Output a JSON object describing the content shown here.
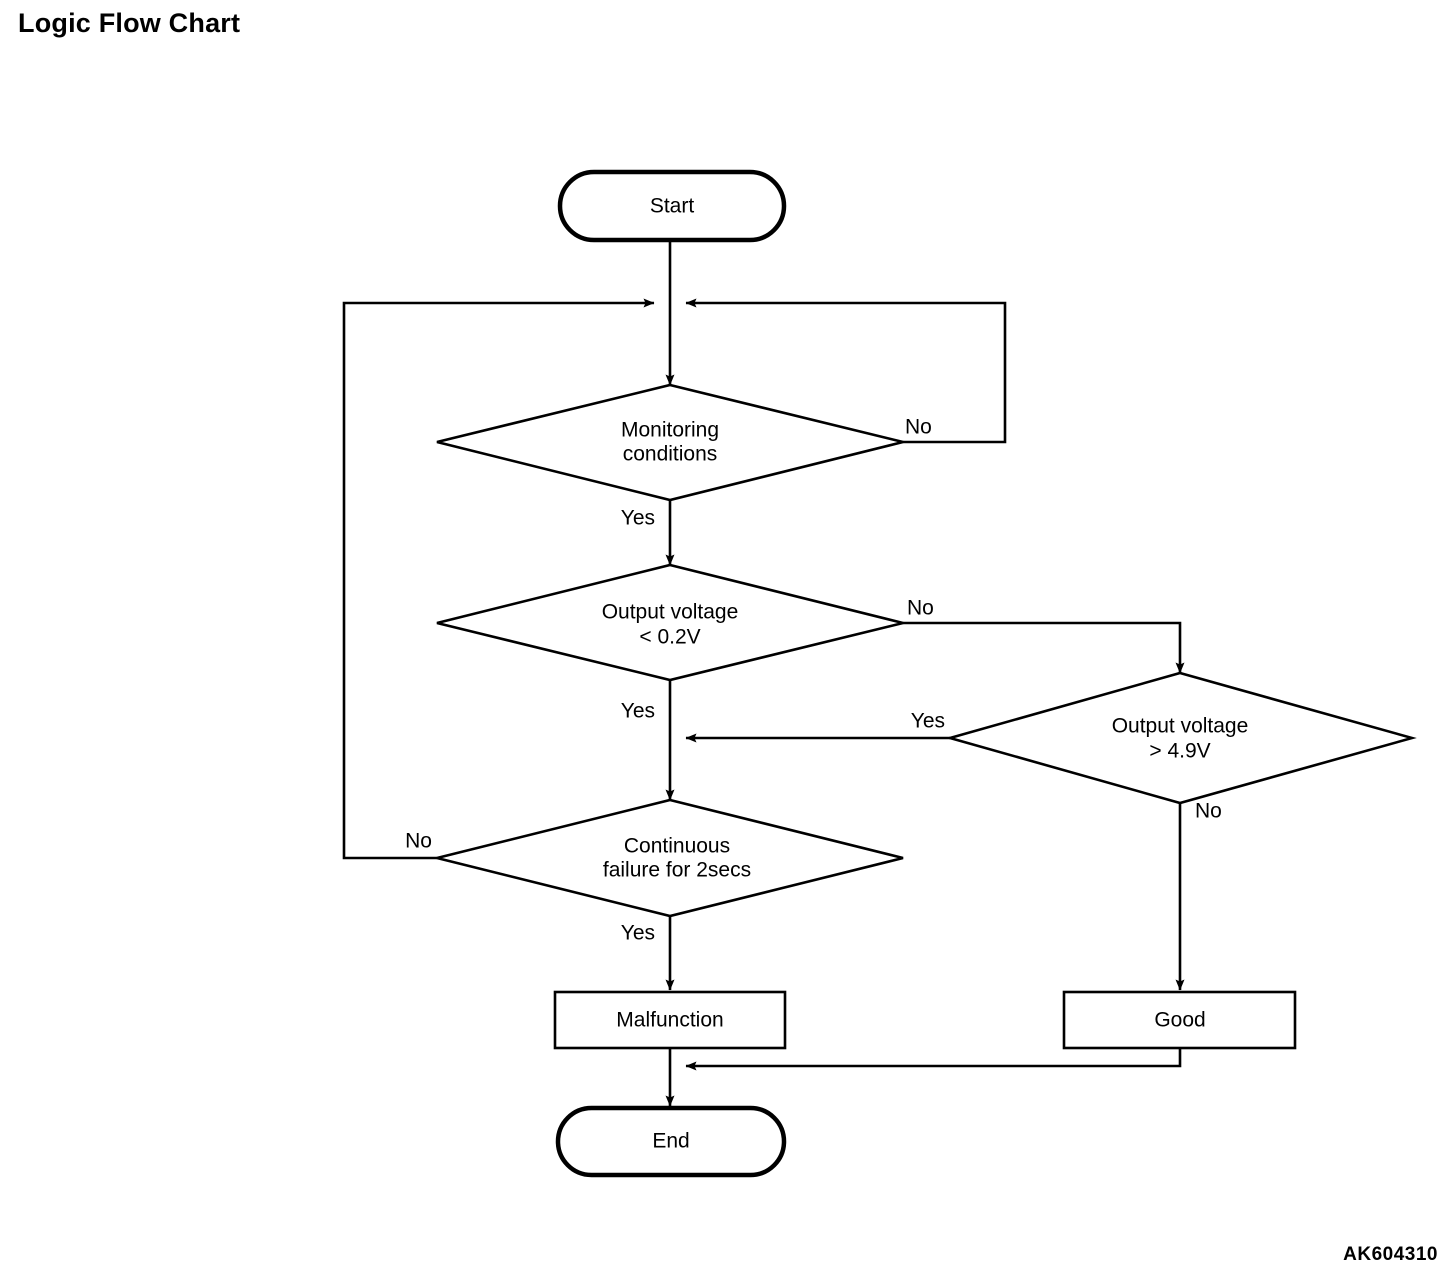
{
  "page": {
    "title": "Logic Flow Chart",
    "figure_code": "AK604310",
    "background_color": "#ffffff",
    "line_color": "#000000"
  },
  "chart_data": {
    "type": "diagram",
    "diagram_kind": "flowchart",
    "title": "Logic Flow Chart",
    "nodes": [
      {
        "id": "start",
        "shape": "terminal",
        "label": "Start"
      },
      {
        "id": "monitoring",
        "shape": "decision",
        "label": "Monitoring conditions",
        "line1": "Monitoring",
        "line2": "conditions"
      },
      {
        "id": "low_volt",
        "shape": "decision",
        "label": "Output voltage < 0.2V",
        "line1": "Output voltage",
        "line2": "< 0.2V"
      },
      {
        "id": "high_volt",
        "shape": "decision",
        "label": "Output voltage > 4.9V",
        "line1": "Output voltage",
        "line2": "> 4.9V"
      },
      {
        "id": "continuous",
        "shape": "decision",
        "label": "Continuous failure for 2secs",
        "line1": "Continuous",
        "line2": "failure for 2secs"
      },
      {
        "id": "malfunction",
        "shape": "process",
        "label": "Malfunction"
      },
      {
        "id": "good",
        "shape": "process",
        "label": "Good"
      },
      {
        "id": "end",
        "shape": "terminal",
        "label": "End"
      }
    ],
    "edges": [
      {
        "from": "start",
        "to": "monitoring",
        "label": ""
      },
      {
        "from": "monitoring",
        "to": "monitoring",
        "label": "No"
      },
      {
        "from": "monitoring",
        "to": "low_volt",
        "label": "Yes"
      },
      {
        "from": "low_volt",
        "to": "high_volt",
        "label": "No"
      },
      {
        "from": "low_volt",
        "to": "continuous",
        "label": "Yes"
      },
      {
        "from": "high_volt",
        "to": "continuous",
        "label": "Yes"
      },
      {
        "from": "high_volt",
        "to": "good",
        "label": "No"
      },
      {
        "from": "continuous",
        "to": "monitoring",
        "label": "No"
      },
      {
        "from": "continuous",
        "to": "malfunction",
        "label": "Yes"
      },
      {
        "from": "malfunction",
        "to": "end",
        "label": ""
      },
      {
        "from": "good",
        "to": "end",
        "label": ""
      }
    ],
    "edge_labels": {
      "monitoring_no": "No",
      "monitoring_yes": "Yes",
      "low_volt_no": "No",
      "low_volt_yes": "Yes",
      "high_volt_yes": "Yes",
      "high_volt_no": "No",
      "continuous_no": "No",
      "continuous_yes": "Yes"
    }
  }
}
